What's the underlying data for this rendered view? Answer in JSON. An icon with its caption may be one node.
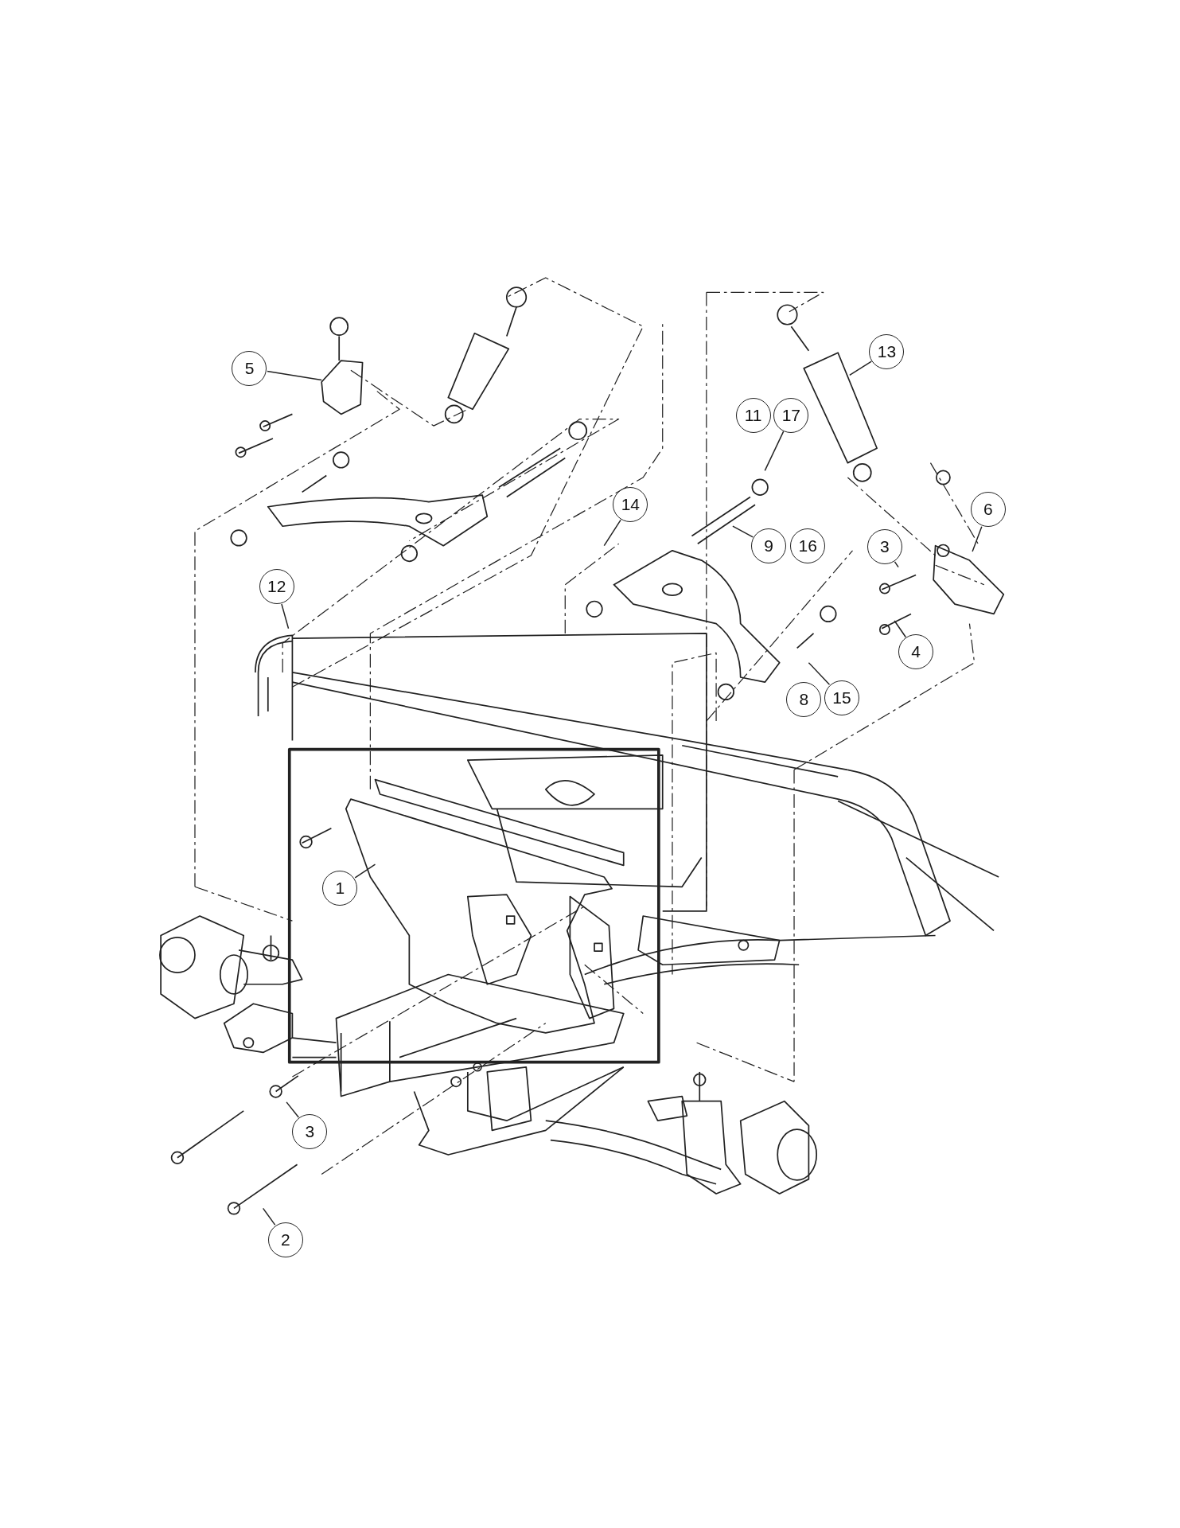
{
  "diagram": {
    "nodes": [
      {
        "text": [
          "5"
        ]
      },
      {
        "text": [
          "13"
        ]
      },
      {
        "text": [
          "11"
        ]
      },
      {
        "text": [
          "17"
        ]
      },
      {
        "text": [
          "14"
        ]
      },
      {
        "text": [
          "9"
        ]
      },
      {
        "text": [
          "16"
        ]
      },
      {
        "text": [
          "3"
        ]
      },
      {
        "text": [
          "6"
        ]
      },
      {
        "text": [
          "12"
        ]
      },
      {
        "text": [
          "4"
        ]
      },
      {
        "text": [
          "15"
        ]
      },
      {
        "text": [
          "8"
        ]
      },
      {
        "text": [
          "1"
        ]
      },
      {
        "text": [
          "3"
        ]
      },
      {
        "text": [
          "2"
        ]
      }
    ],
    "edges": [
      {
        "from": 0,
        "to": null,
        "arrow": "none"
      },
      {
        "from": 1,
        "to": null,
        "arrow": "none"
      },
      {
        "from": 3,
        "to": null,
        "arrow": "none"
      },
      {
        "from": 4,
        "to": null,
        "arrow": "none"
      },
      {
        "from": 5,
        "to": null,
        "arrow": "none"
      },
      {
        "from": 7,
        "to": null,
        "arrow": "none"
      },
      {
        "from": 8,
        "to": null,
        "arrow": "none"
      },
      {
        "from": 9,
        "to": null,
        "arrow": "none"
      },
      {
        "from": 10,
        "to": null,
        "arrow": "none"
      },
      {
        "from": 11,
        "to": null,
        "arrow": "none"
      },
      {
        "from": 13,
        "to": null,
        "arrow": "none"
      },
      {
        "from": 14,
        "to": null,
        "arrow": "none"
      },
      {
        "from": 15,
        "to": null,
        "arrow": "none"
      }
    ]
  }
}
